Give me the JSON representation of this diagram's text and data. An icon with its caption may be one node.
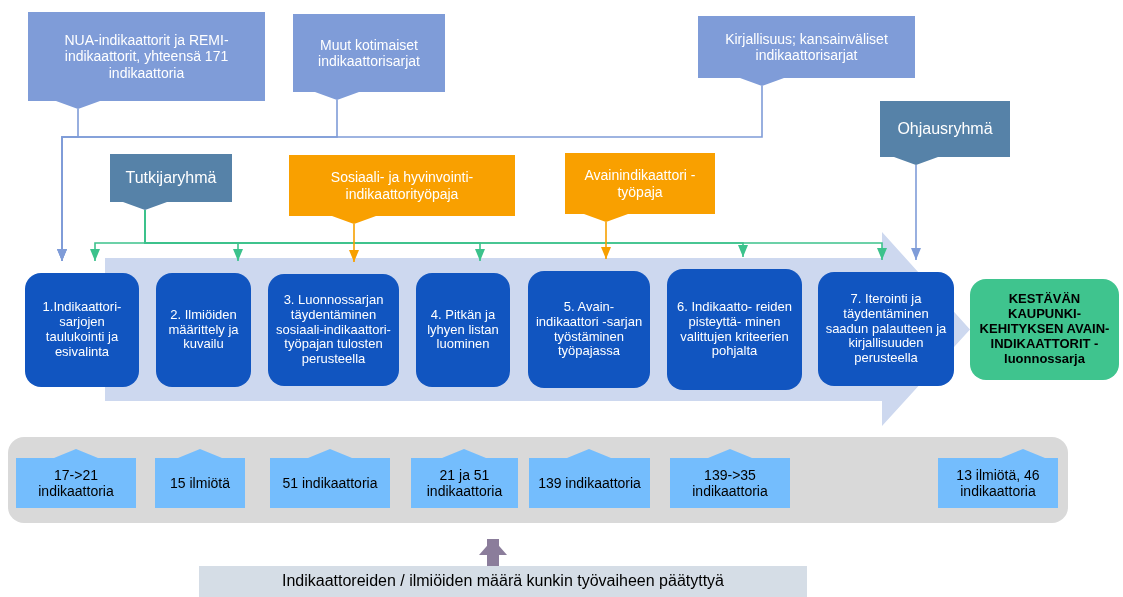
{
  "diagram": {
    "nodes": [
      {
        "text": [
          "NUA-indikaattorit ja REMI-indikaattorit, yhteensä 171 indikaattoria"
        ]
      },
      {
        "text": [
          "Muut kotimaiset indikaattorisarjat"
        ]
      },
      {
        "text": [
          "Kirjallisuus; kansainväliset indikaattorisarjat"
        ]
      },
      {
        "text": [
          "Ohjausryhmä"
        ]
      },
      {
        "text": [
          "Tutkijaryhmä"
        ]
      },
      {
        "text": [
          "Sosiaali- ja hyvinvointi- indikaattorityöpaja"
        ]
      },
      {
        "text": [
          "Avainindikaattori -työpaja"
        ]
      },
      {
        "text": [
          "1.Indikaattori- sarjojen taulukointi ja esivalinta"
        ]
      },
      {
        "text": [
          "2. Ilmiöiden määrittely ja kuvailu"
        ]
      },
      {
        "text": [
          "3. Luonnossarjan täydentäminen sosiaali-indikaattori- työpajan tulosten perusteella"
        ]
      },
      {
        "text": [
          "4. Pitkän ja lyhyen listan luominen"
        ]
      },
      {
        "text": [
          "5. Avain- indikaattori -sarjan työstäminen työpajassa"
        ]
      },
      {
        "text": [
          "6. Indikaatto- reiden pisteyttä- minen valittujen kriteerien pohjalta"
        ]
      },
      {
        "text": [
          "7. Iterointi ja täydentäminen saadun palautteen ja kirjallisuuden perusteella"
        ]
      },
      {
        "text": [
          "KESTÄVÄN KAUPUNKI- KEHITYKSEN AVAIN- INDIKAATTORIT -luonnossarja"
        ]
      },
      {
        "text": [],
        "shape": "box"
      },
      {
        "text": [
          "17->21 indikaattoria"
        ],
        "in": 15
      },
      {
        "text": [
          "15 ilmiötä"
        ],
        "in": 15
      },
      {
        "text": [
          "51 indikaattoria"
        ],
        "in": 15
      },
      {
        "text": [
          "21 ja 51 indikaattoria"
        ],
        "in": 15
      },
      {
        "text": [
          "139 indikaattoria"
        ],
        "in": 15
      },
      {
        "text": [
          "139->35 indikaattoria"
        ],
        "in": 15
      },
      {
        "text": [
          "13 ilmiötä, 46 indikaattoria"
        ],
        "in": 15
      },
      {
        "text": [
          "Indikaattoreiden / ilmiöiden määrä kunkin työvaiheen päätyttyä"
        ]
      }
    ],
    "edges": [
      {
        "from": 0,
        "to": 7,
        "arrow": "to",
        "color": "#7f9cd8"
      },
      {
        "from": 1,
        "to": 7,
        "arrow": "to",
        "color": "#7f9cd8"
      },
      {
        "from": 2,
        "to": 7,
        "arrow": "to",
        "color": "#7f9cd8"
      },
      {
        "from": 4,
        "to": 7,
        "arrow": "to"
      },
      {
        "from": 4,
        "to": 8,
        "arrow": "to"
      },
      {
        "from": 4,
        "to": 10,
        "arrow": "to"
      },
      {
        "from": 4,
        "to": 12,
        "arrow": "to"
      },
      {
        "from": 4,
        "to": 13,
        "arrow": "to"
      },
      {
        "from": 5,
        "to": 9,
        "arrow": "to",
        "color": "#f7a000"
      },
      {
        "from": 6,
        "to": 11,
        "arrow": "to",
        "color": "#f7a000"
      },
      {
        "from": 3,
        "to": 13,
        "arrow": "to",
        "color": "#7f9cd8"
      },
      {
        "from": 23,
        "to": 15,
        "arrow": "to",
        "style": "thick",
        "color": "#8b7d9b"
      },
      {
        "from": 7,
        "to": 14,
        "arrow": "to",
        "style": "thick",
        "color": "#cdd8ef"
      }
    ]
  }
}
